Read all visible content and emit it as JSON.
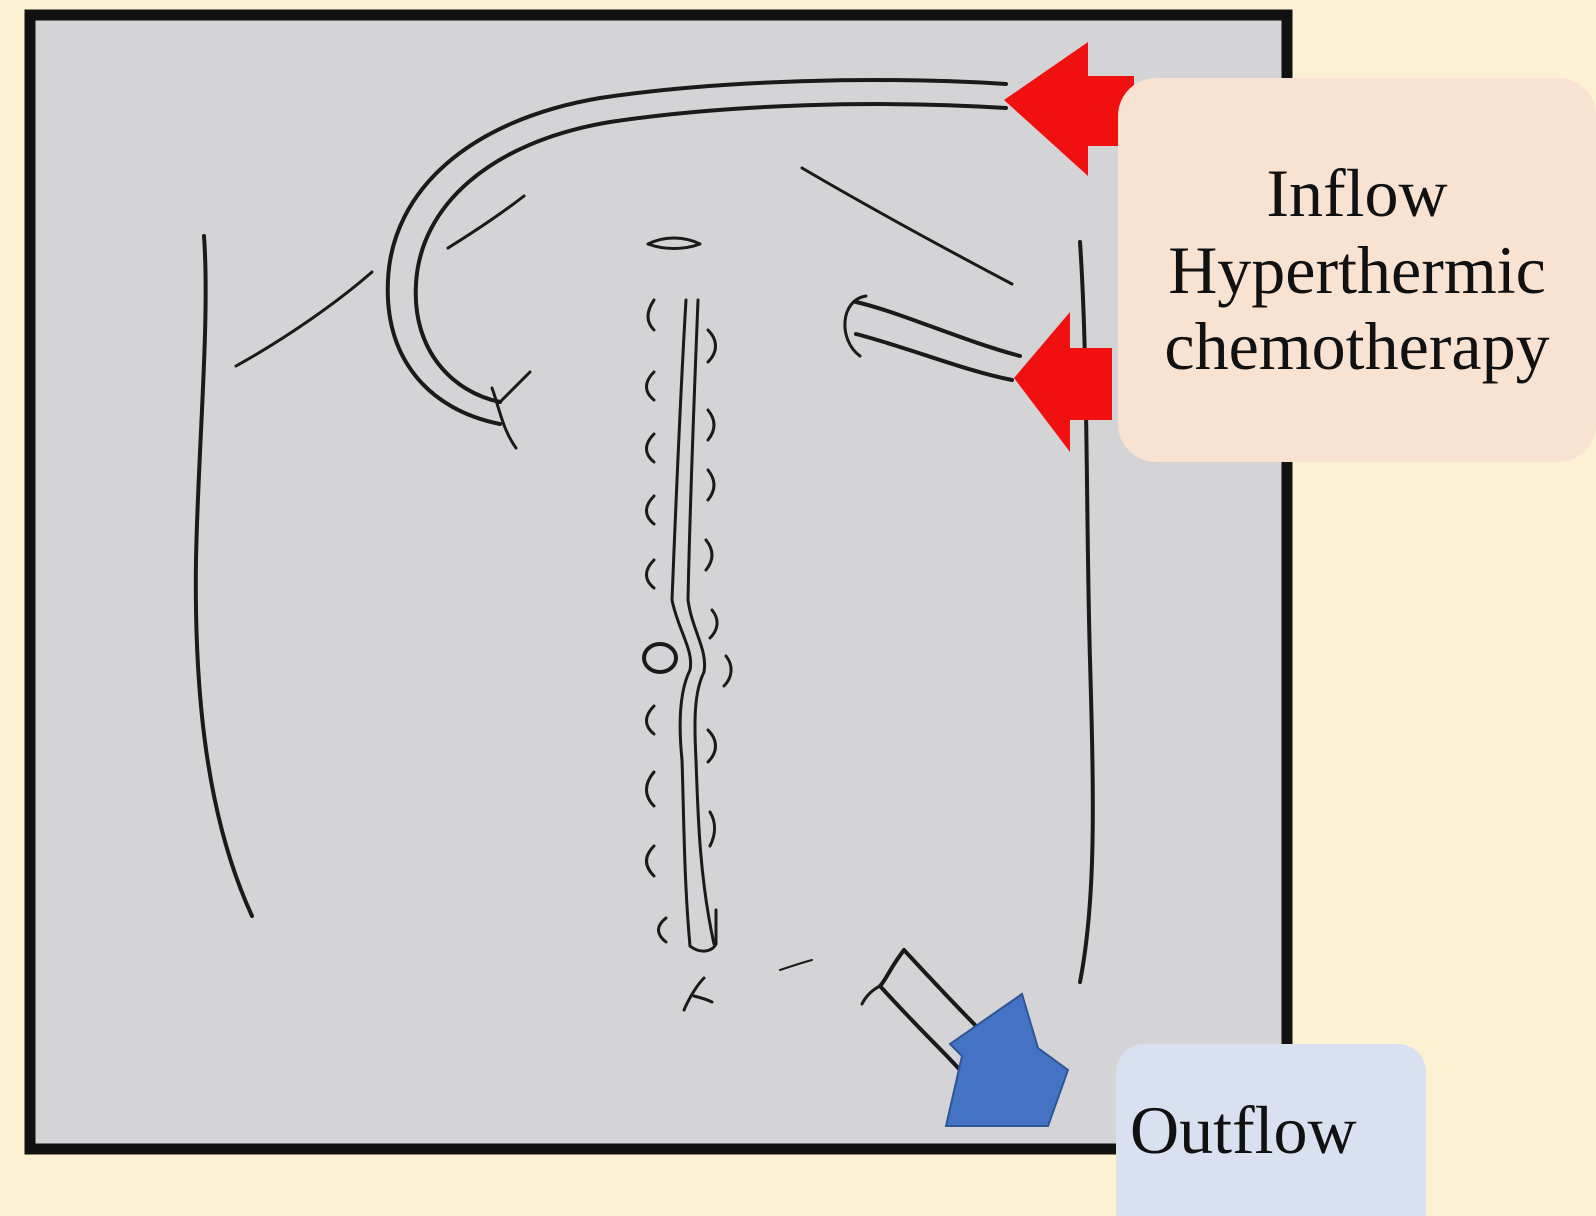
{
  "inflow_label": {
    "line1": "Inflow",
    "line2": "Hyperthermic",
    "line3": "chemotherapy"
  },
  "outflow_label": "Outflow",
  "colors": {
    "background": "#fdf1d3",
    "panel": "#d4d4d6",
    "panel_border": "#111111",
    "inflow_arrow": "#f01010",
    "outflow_arrow": "#4472c4",
    "inflow_box": "#f8e2d2",
    "outflow_box": "#d9e1f0"
  },
  "icons": {
    "inflow_arrows": "red-arrow-icon",
    "outflow_arrow": "blue-arrow-icon"
  }
}
